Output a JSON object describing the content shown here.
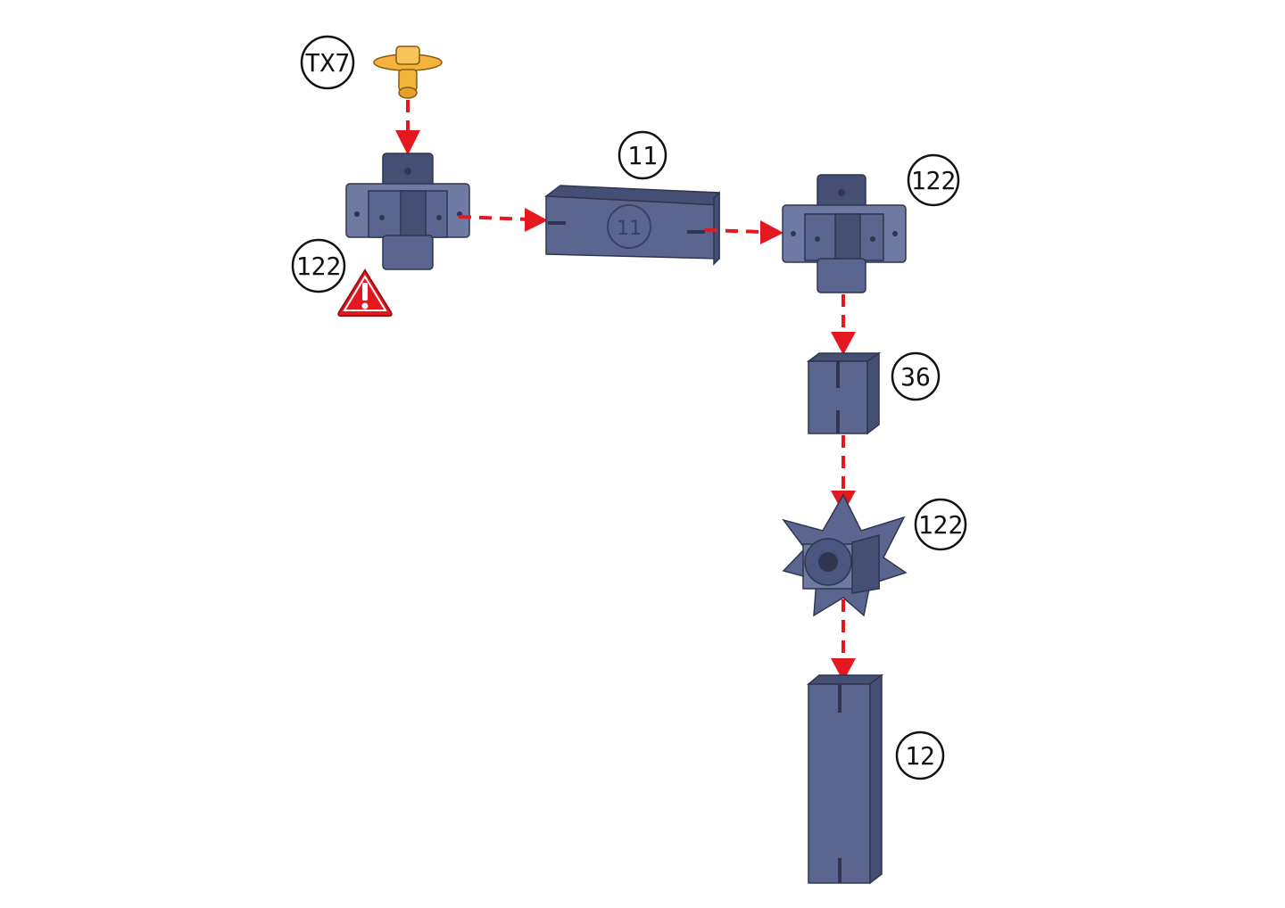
{
  "labels": {
    "tx7": "TX7",
    "hub_top_left": "122",
    "beam_11": "11",
    "hub_top_right": "122",
    "tube_36": "36",
    "star_hub": "122",
    "tube_12": "12"
  },
  "colors": {
    "part_body": "#5b6690",
    "part_edge": "#2f3550",
    "arrow": "#e3191f",
    "screw": "#f4b33a",
    "warning": "#e3191f"
  },
  "icons": {
    "warning": "warning-triangle-icon"
  }
}
